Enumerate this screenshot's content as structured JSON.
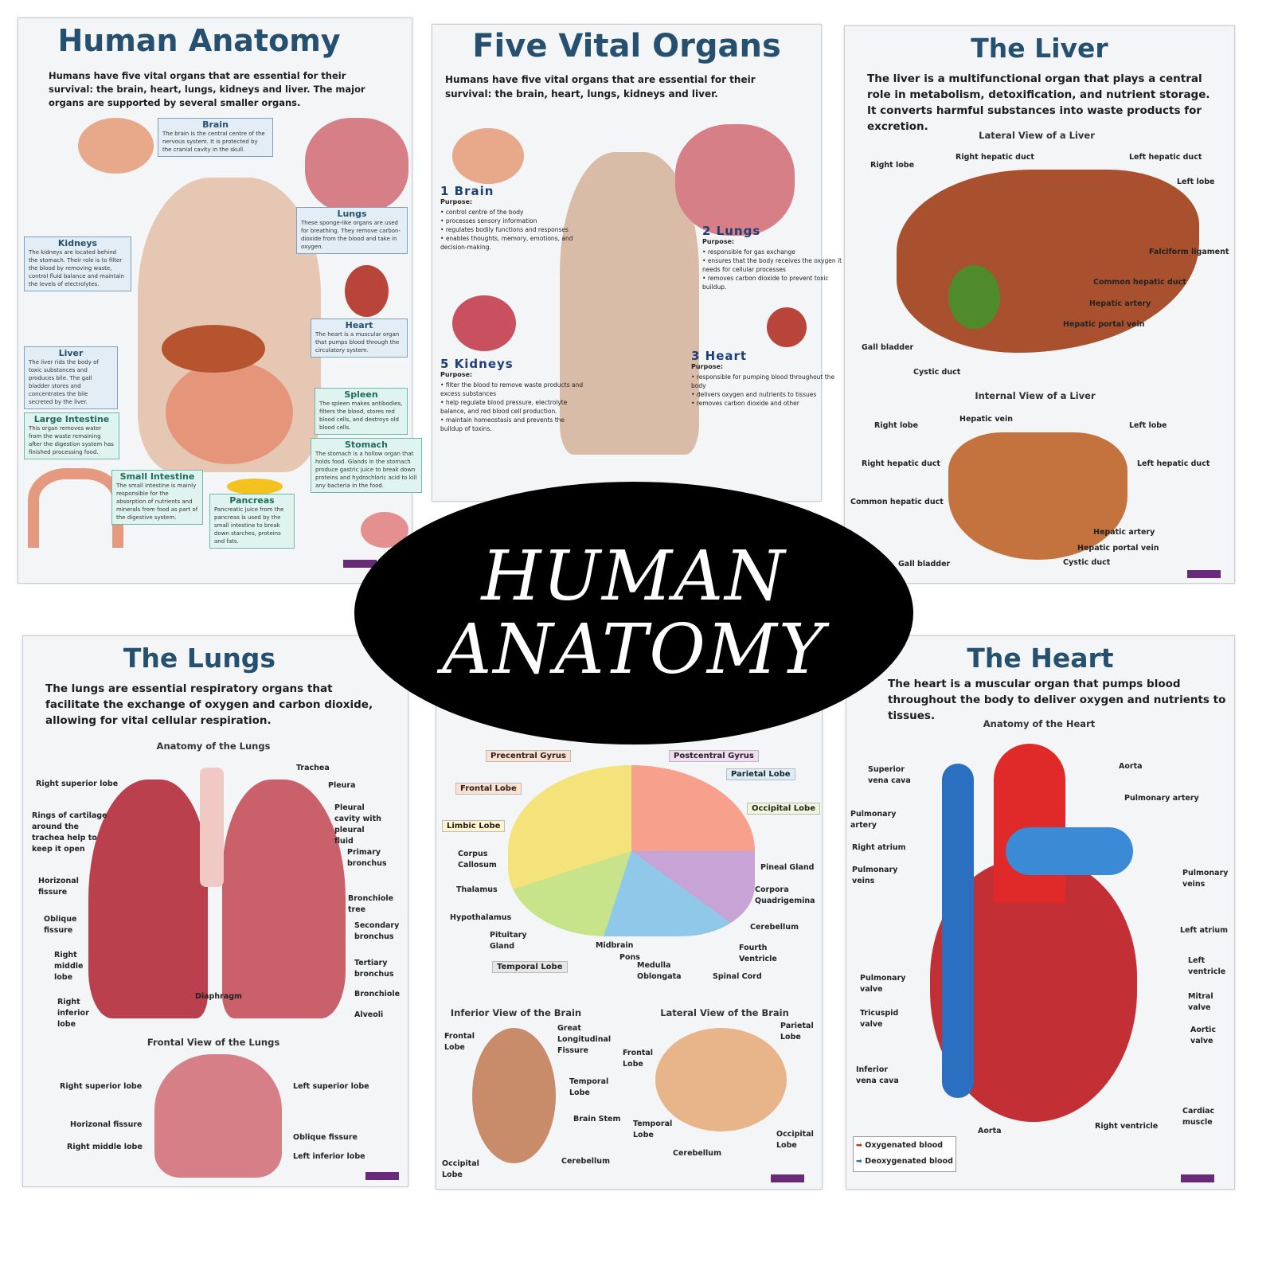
{
  "banner": {
    "line1": "HUMAN",
    "line2": "ANATOMY"
  },
  "p1": {
    "title": "Human Anatomy",
    "desc": "Humans have five vital organs that are essential for their survival: the brain, heart, lungs, kidneys and liver. The major organs are supported by several smaller organs.",
    "boxes": [
      {
        "h": "Brain",
        "t": "The brain is the central centre of the nervous system. It is protected by the cranial cavity in the skull."
      },
      {
        "h": "Kidneys",
        "t": "The kidneys are located behind the stomach. Their role is to filter the blood by removing waste, control fluid balance and maintain the levels of electrolytes."
      },
      {
        "h": "Lungs",
        "t": "These sponge-like organs are used for breathing. They remove carbon-dioxide from the blood and take in oxygen."
      },
      {
        "h": "Heart",
        "t": "The heart is a muscular organ that pumps blood through the circulatory system."
      },
      {
        "h": "Liver",
        "t": "The liver rids the body of toxic substances and produces bile. The gall bladder stores and concentrates the bile secreted by the liver."
      },
      {
        "h": "Large Intestine",
        "t": "This organ removes water from the waste remaining after the digestion system has finished processing food."
      },
      {
        "h": "Spleen",
        "t": "The spleen makes antibodies, filters the blood, stores red blood cells, and destroys old blood cells."
      },
      {
        "h": "Small Intestine",
        "t": "The small intestine is mainly responsible for the absorption of nutrients and minerals from food as part of the digestive system."
      },
      {
        "h": "Pancreas",
        "t": "Pancreatic juice from the pancreas is used by the small intestine to break down starches, proteins and fats."
      },
      {
        "h": "Stomach",
        "t": "The stomach is a hollow organ that holds food. Glands in the stomach produce gastric juice to break down proteins and hydrochloric acid to kill any bacteria in the food."
      }
    ]
  },
  "p2": {
    "title": "Five Vital Organs",
    "desc": "Humans have five vital organs that are essential for their survival: the brain, heart, lungs, kidneys and liver.",
    "purpose": "Purpose:",
    "sections": [
      {
        "n": "1",
        "h": "Brain",
        "items": [
          "control centre of the body",
          "processes sensory information",
          "regulates bodily functions and responses",
          "enables thoughts, memory, emotions, and decision-making."
        ]
      },
      {
        "n": "2",
        "h": "Lungs",
        "items": [
          "responsible for gas exchange",
          "ensures that the body receives the oxygen it needs for cellular processes",
          "removes carbon dioxide to prevent toxic buildup."
        ]
      },
      {
        "n": "5",
        "h": "Kidneys",
        "items": [
          "filter the blood to remove waste products and excess substances",
          "help regulate blood pressure, electrolyte balance, and red blood cell production.",
          "maintain homeostasis and prevents the buildup of toxins."
        ]
      },
      {
        "n": "3",
        "h": "Heart",
        "items": [
          "responsible for pumping blood throughout the body",
          "delivers oxygen and nutrients to tissues",
          "removes carbon dioxide and other"
        ]
      }
    ]
  },
  "p3": {
    "title": "The Liver",
    "desc": "The liver is a multifunctional organ that plays a central role in metabolism, detoxification, and nutrient storage. It converts harmful substances into waste products for excretion.",
    "sub1": "Lateral View of a Liver",
    "sub2": "Internal View of a Liver",
    "labels": [
      "Right lobe",
      "Right hepatic duct",
      "Left hepatic duct",
      "Left lobe",
      "Falciform ligament",
      "Common hepatic duct",
      "Hepatic artery",
      "Hepatic portal vein",
      "Gall bladder",
      "Cystic duct",
      "Hepatic vein",
      "Right lobe",
      "Left lobe",
      "Right hepatic duct",
      "Left hepatic duct",
      "Common hepatic duct",
      "Hepatic artery",
      "Hepatic portal vein",
      "Cystic duct",
      "Gall bladder"
    ]
  },
  "p4": {
    "title": "The Lungs",
    "desc": "The lungs are essential respiratory organs that facilitate the exchange of oxygen and carbon dioxide, allowing for vital cellular respiration.",
    "sub1": "Anatomy of the Lungs",
    "sub2": "Frontal View of the Lungs",
    "labels": [
      "Trachea",
      "Right superior lobe",
      "Pleura",
      "Pleural cavity with pleural fluid",
      "Rings of cartilage around the trachea help to keep it open",
      "Primary bronchus",
      "Horizonal fissure",
      "Bronchiole tree",
      "Oblique fissure",
      "Secondary bronchus",
      "Right middle lobe",
      "Tertiary bronchus",
      "Bronchiole",
      "Diaphragm",
      "Right inferior lobe",
      "Alveoli",
      "Right superior lobe",
      "Left superior lobe",
      "Horizonal fissure",
      "Oblique fissure",
      "Right middle lobe",
      "Left inferior lobe"
    ]
  },
  "p5": {
    "sub1": "Inferior View of the Brain",
    "sub2": "Lateral View of the Brain",
    "tags": [
      "Precentral Gyrus",
      "Postcentral Gyrus",
      "Parietal Lobe",
      "Frontal Lobe",
      "Occipital Lobe",
      "Limbic Lobe",
      "Temporal Lobe"
    ],
    "labels": [
      "Corpus Callosum",
      "Pineal Gland",
      "Thalamus",
      "Corpora Quadrigemina",
      "Hypothalamus",
      "Cerebellum",
      "Pituitary Gland",
      "Midbrain",
      "Fourth Ventricle",
      "Pons",
      "Medulla Oblongata",
      "Spinal Cord",
      "Frontal Lobe",
      "Great Longitudinal Fissure",
      "Parietal Lobe",
      "Frontal Lobe",
      "Temporal Lobe",
      "Brain Stem",
      "Temporal Lobe",
      "Occipital Lobe",
      "Cerebellum",
      "Occipital Lobe",
      "Cerebellum"
    ]
  },
  "p6": {
    "title": "The Heart",
    "desc": "The heart is a muscular organ that pumps blood throughout the body to deliver oxygen and nutrients to tissues.",
    "sub1": "Anatomy of the Heart",
    "labels": [
      "Superior vena cava",
      "Aorta",
      "Pulmonary artery",
      "Pulmonary artery",
      "Right atrium",
      "Pulmonary veins",
      "Pulmonary veins",
      "Left atrium",
      "Left ventricle",
      "Pulmonary valve",
      "Mitral valve",
      "Tricuspid valve",
      "Aortic valve",
      "Inferior vena cava",
      "Cardiac muscle",
      "Aorta",
      "Right ventricle"
    ],
    "legend": [
      "Oxygenated blood",
      "Deoxygenated blood"
    ]
  },
  "colors": {
    "title": "#26506f",
    "oxygenated": "#e02a2a",
    "deoxygenated": "#2a6fc0"
  }
}
